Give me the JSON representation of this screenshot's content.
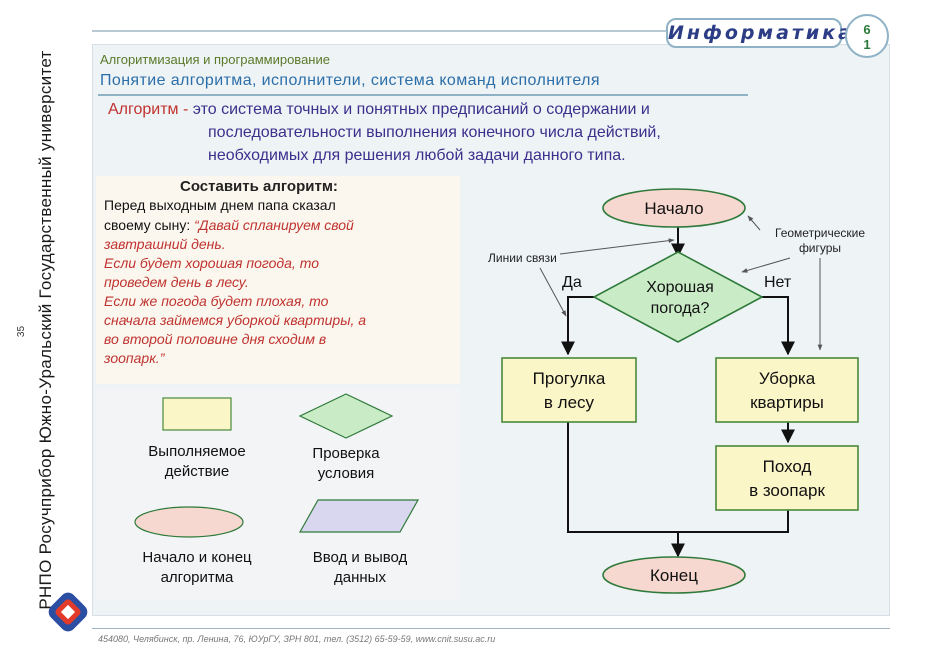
{
  "side": {
    "vertical_text": "РНПО Росучприбор  Южно-Уральский Государственный университет",
    "page_number": "35"
  },
  "header": {
    "brand": "Информатика",
    "grade_top": "6",
    "grade_bottom": "1",
    "section": "Алгоритмизация и программирование",
    "topic": "Понятие алгоритма, исполнители, система команд исполнителя"
  },
  "definition": {
    "term": "Алгоритм -",
    "line1": "это система точных и понятных предписаний о содержании и",
    "line2": "последовательности выполнения конечного числа действий,",
    "line3": "необходимых для решения любой задачи данного типа."
  },
  "task": {
    "title": "Составить алгоритм:",
    "intro1": "Перед выходным днем папа сказал",
    "intro2": "своему сыну: ",
    "quote_lines": [
      "“Давай спланируем свой",
      "завтрашний день.",
      "Если будет хорошая погода, то",
      "проведем день в лесу.",
      "Если же погода будет плохая, то",
      "сначала займемся уборкой квартиры, а",
      "во второй половине дня сходим в",
      "зоопарк.”"
    ]
  },
  "legend": {
    "action": [
      "Выполняемое",
      "действие"
    ],
    "condition": [
      "Проверка",
      "условия"
    ],
    "start_end": [
      "Начало и конец",
      "алгоритма"
    ],
    "io": [
      "Ввод и вывод",
      "данных"
    ]
  },
  "flowchart": {
    "start": "Начало",
    "decision_line1": "Хорошая",
    "decision_line2": "погода?",
    "yes": "Да",
    "no": "Нет",
    "walk_line1": "Прогулка",
    "walk_line2": "в лесу",
    "clean_line1": "Уборка",
    "clean_line2": "квартиры",
    "zoo_line1": "Поход",
    "zoo_line2": "в зоопарк",
    "end": "Конец",
    "annotation_links": "Линии связи",
    "annotation_shapes_line1": "Геометрические",
    "annotation_shapes_line2": "фигуры"
  },
  "colors": {
    "action_fill": "#fbf6c8",
    "action_stroke": "#4a8a3a",
    "terminal_fill": "#f6d8d0",
    "terminal_stroke": "#2f7a3a",
    "decision_fill": "#c9ecc6",
    "io_fill": "#d9d7f0"
  },
  "footer": {
    "text": "454080, Челябинск, пр. Ленина, 76, ЮУрГУ, ЗРН 801, тел. (3512) 65-59-59, www.cnit.susu.ac.ru"
  }
}
